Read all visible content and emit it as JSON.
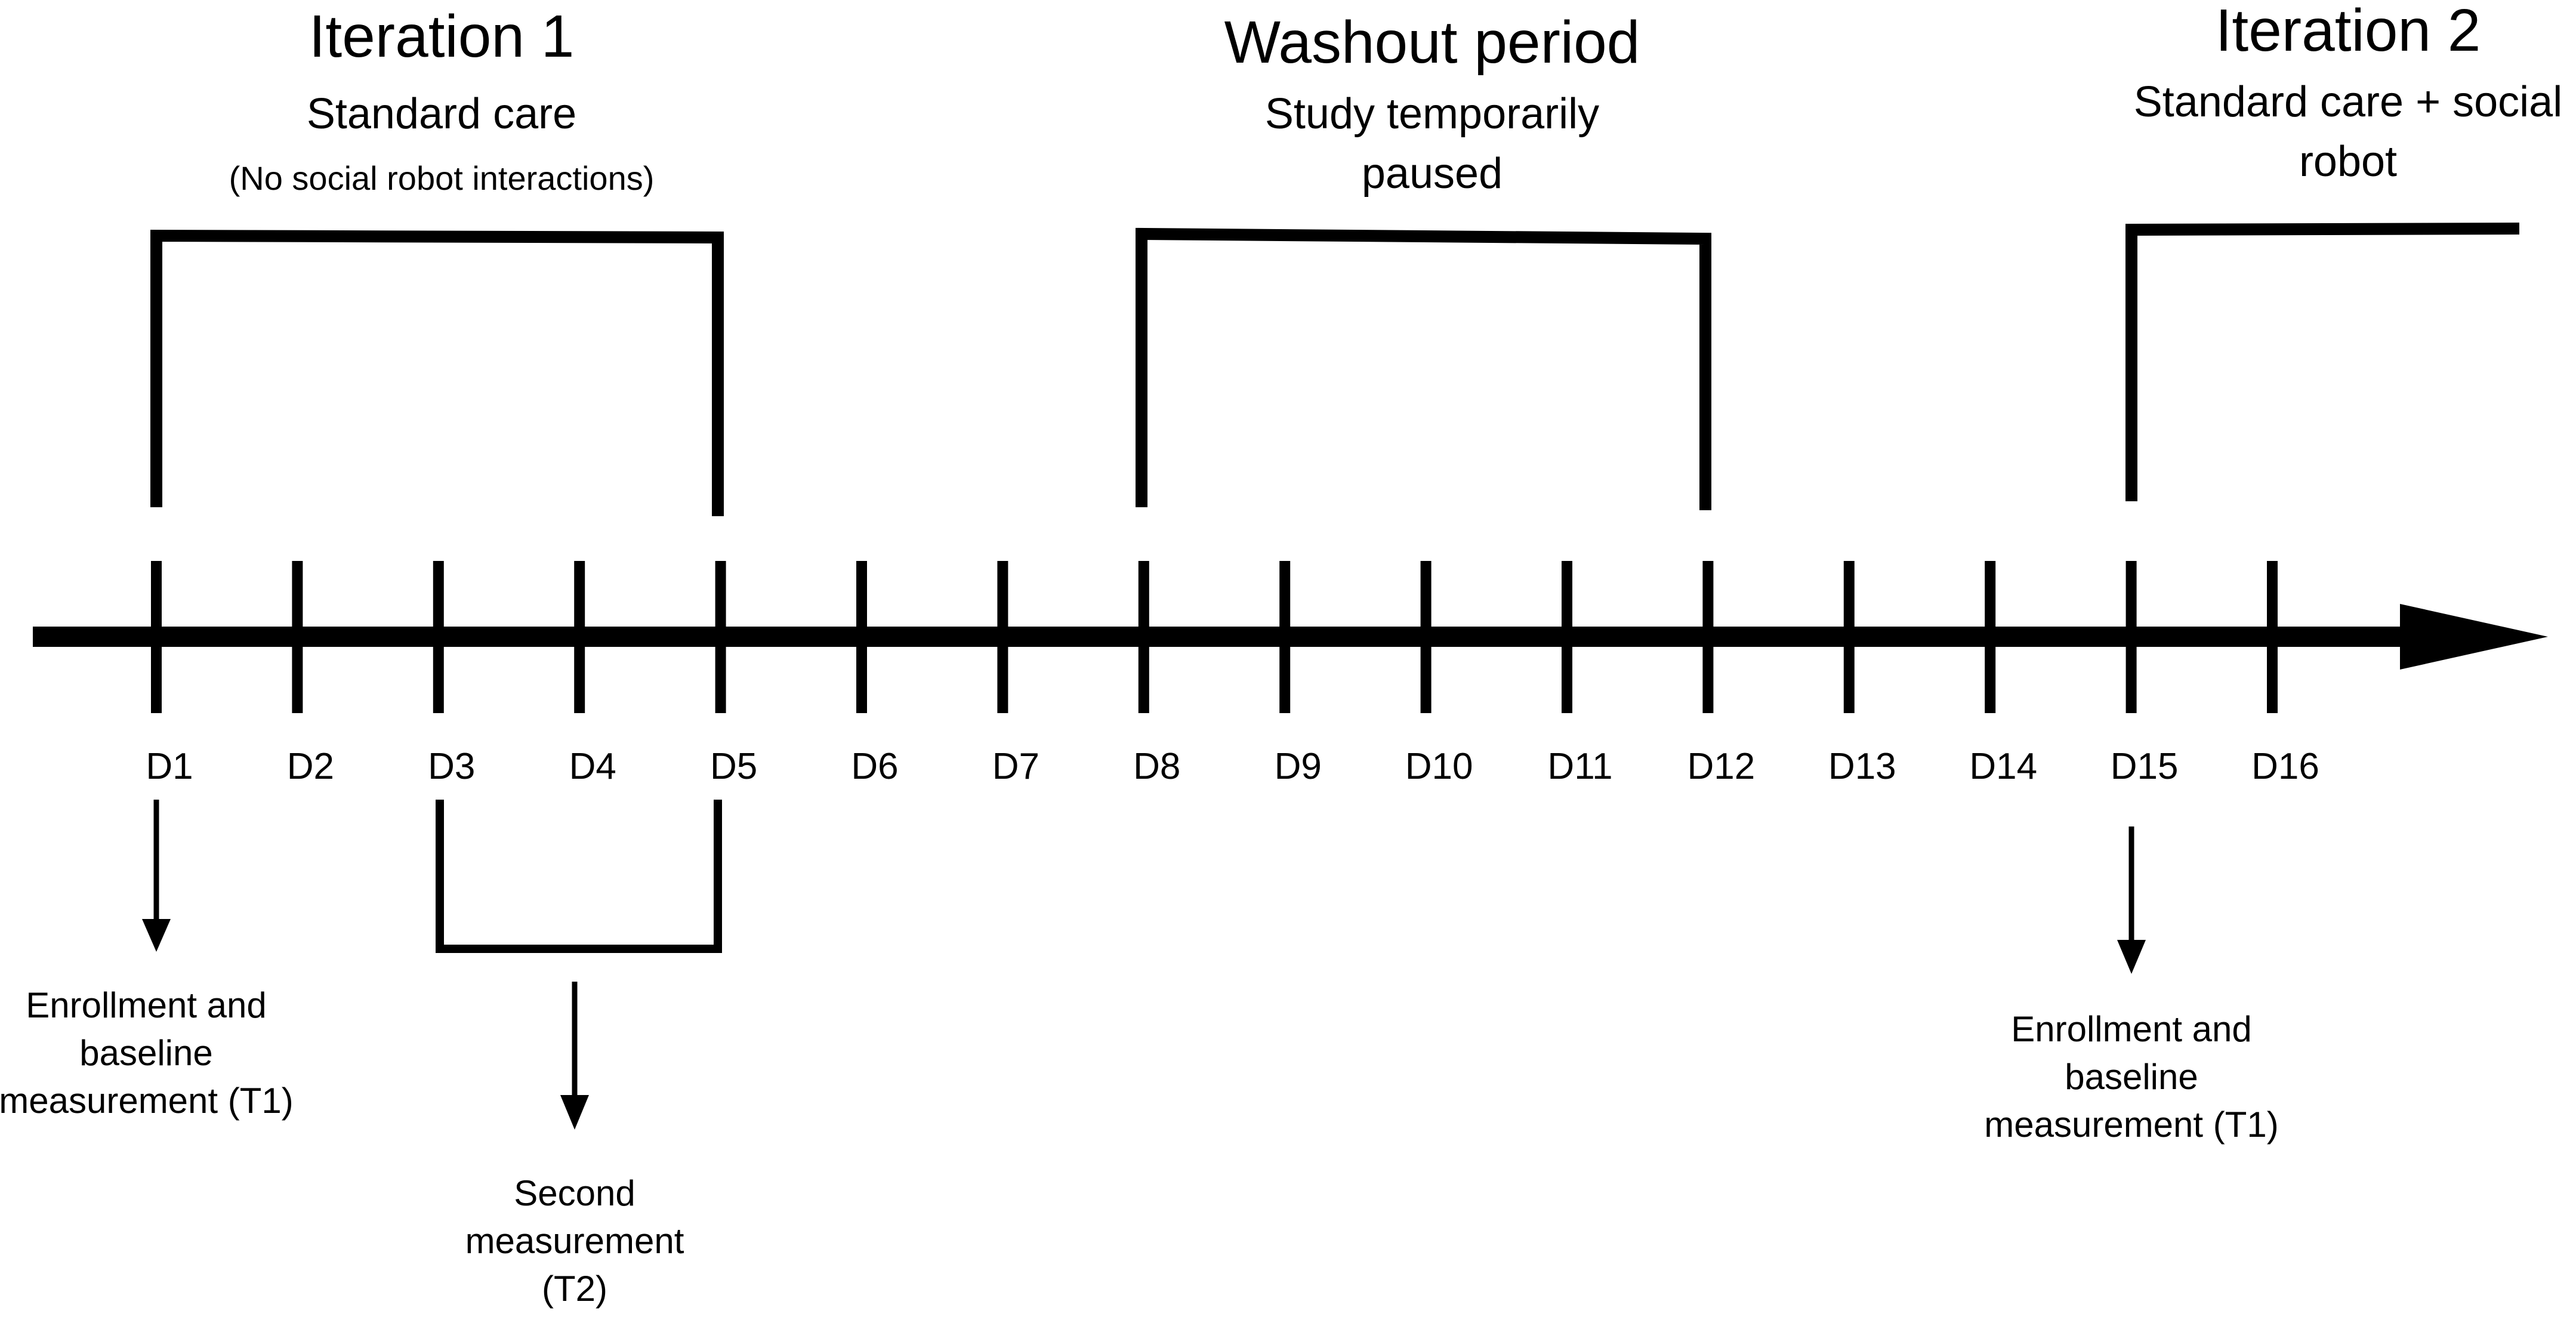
{
  "periods": {
    "iteration1": {
      "title": "Iteration 1",
      "subtitle": "Standard care",
      "note": "(No social robot interactions)"
    },
    "washout": {
      "title": "Washout period",
      "subtitle_line1": "Study temporarily",
      "subtitle_line2": "paused"
    },
    "iteration2": {
      "title": "Iteration 2",
      "subtitle_line1": "Standard care + social",
      "subtitle_line2": "robot"
    }
  },
  "days": [
    "D1",
    "D2",
    "D3",
    "D4",
    "D5",
    "D6",
    "D7",
    "D8",
    "D9",
    "D10",
    "D11",
    "D12",
    "D13",
    "D14",
    "D15",
    "D16"
  ],
  "measurements": {
    "enroll1": {
      "line1": "Enrollment and",
      "line2": "baseline",
      "line3": "measurement (T1)"
    },
    "second": {
      "line1": "Second",
      "line2": "measurement",
      "line3": "(T2)"
    },
    "enroll2": {
      "line1": "Enrollment and",
      "line2": "baseline",
      "line3": "measurement (T1)"
    }
  }
}
